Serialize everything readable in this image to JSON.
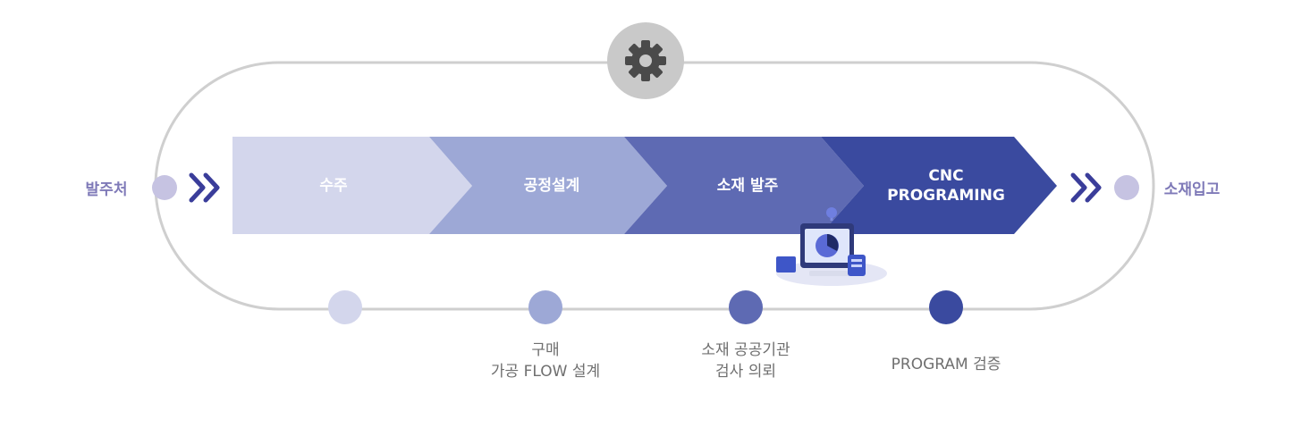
{
  "left_label": "발주처",
  "right_label": "소재입고",
  "steps": [
    {
      "label_lines": [
        "수주"
      ],
      "color": "#d3d6ec"
    },
    {
      "label_lines": [
        "공정설계"
      ],
      "color": "#9da8d6"
    },
    {
      "label_lines": [
        "소재 발주"
      ],
      "color": "#5e6ab3"
    },
    {
      "label_lines": [
        "CNC",
        "PROGRAMING"
      ],
      "color": "#3a4a9f"
    }
  ],
  "milestones": [
    {
      "color": "#d3d6ec",
      "desc_lines": []
    },
    {
      "color": "#9da8d6",
      "desc_lines": [
        "구매",
        "가공 FLOW 설계"
      ]
    },
    {
      "color": "#5e6ab3",
      "desc_lines": [
        "소재 공공기관",
        "검사 의뢰"
      ]
    },
    {
      "color": "#3a4a9f",
      "desc_lines": [
        "PROGRAM 검증"
      ]
    }
  ],
  "icons": {
    "top": "gear-icon",
    "arrows": "double-chevron-right-icon",
    "illustration": "computer-monitor-illustration"
  },
  "colors": {
    "track": "#cfcfcf",
    "gear_circle": "#c9c9c9",
    "gear": "#4a4a4a",
    "endpoint_dot": "#c6c3e2",
    "chevron": "#3a3d9a"
  }
}
